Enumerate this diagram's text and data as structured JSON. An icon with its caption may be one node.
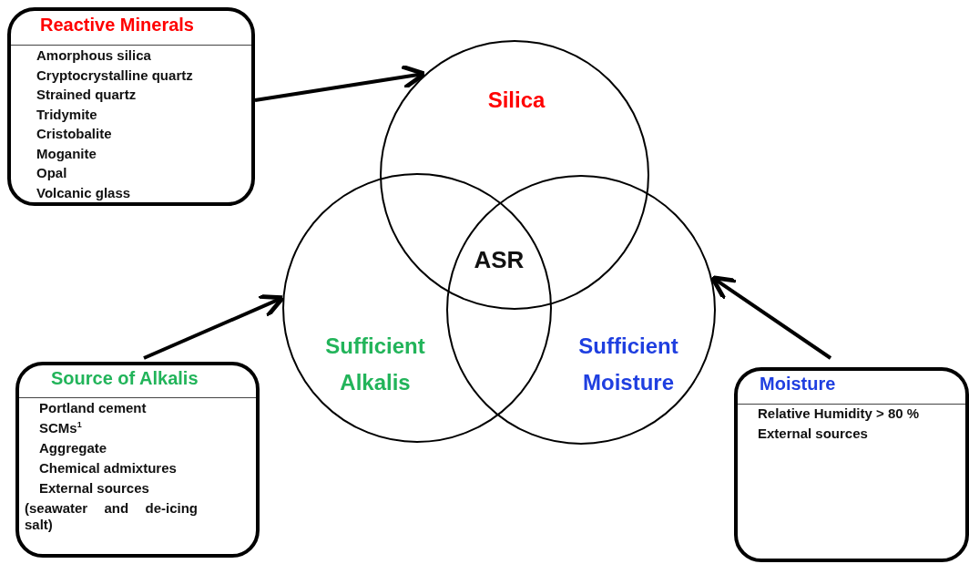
{
  "diagram": {
    "nodes": [
      {
        "text": [
          "Reactive Minerals",
          "Amorphous silica",
          "Cryptocrystalline quartz",
          "Strained quartz",
          "Tridymite",
          "Cristobalite",
          "Moganite",
          "Opal",
          "Volcanic glass"
        ]
      },
      {
        "text": [
          "Source of Alkalis",
          "Portland cement",
          "SCMs$^{1}$",
          "Aggregate",
          "Chemical admixtures",
          "External sources",
          "(seawater and de-icing salt)"
        ]
      },
      {
        "text": [
          "Moisture",
          "Relative Humidity > 80 %",
          "External sources"
        ]
      },
      {
        "text": [
          "Silica"
        ]
      },
      {
        "text": [
          "Sufficient Alkalis"
        ]
      },
      {
        "text": [
          "Sufficient Moisture"
        ]
      }
    ],
    "edges": [
      {
        "from": 0,
        "to": 3,
        "arrow": "to"
      },
      {
        "from": 1,
        "to": 4,
        "arrow": "to"
      },
      {
        "from": 2,
        "to": 5,
        "arrow": "to"
      }
    ],
    "labels": [
      "ASR"
    ]
  }
}
